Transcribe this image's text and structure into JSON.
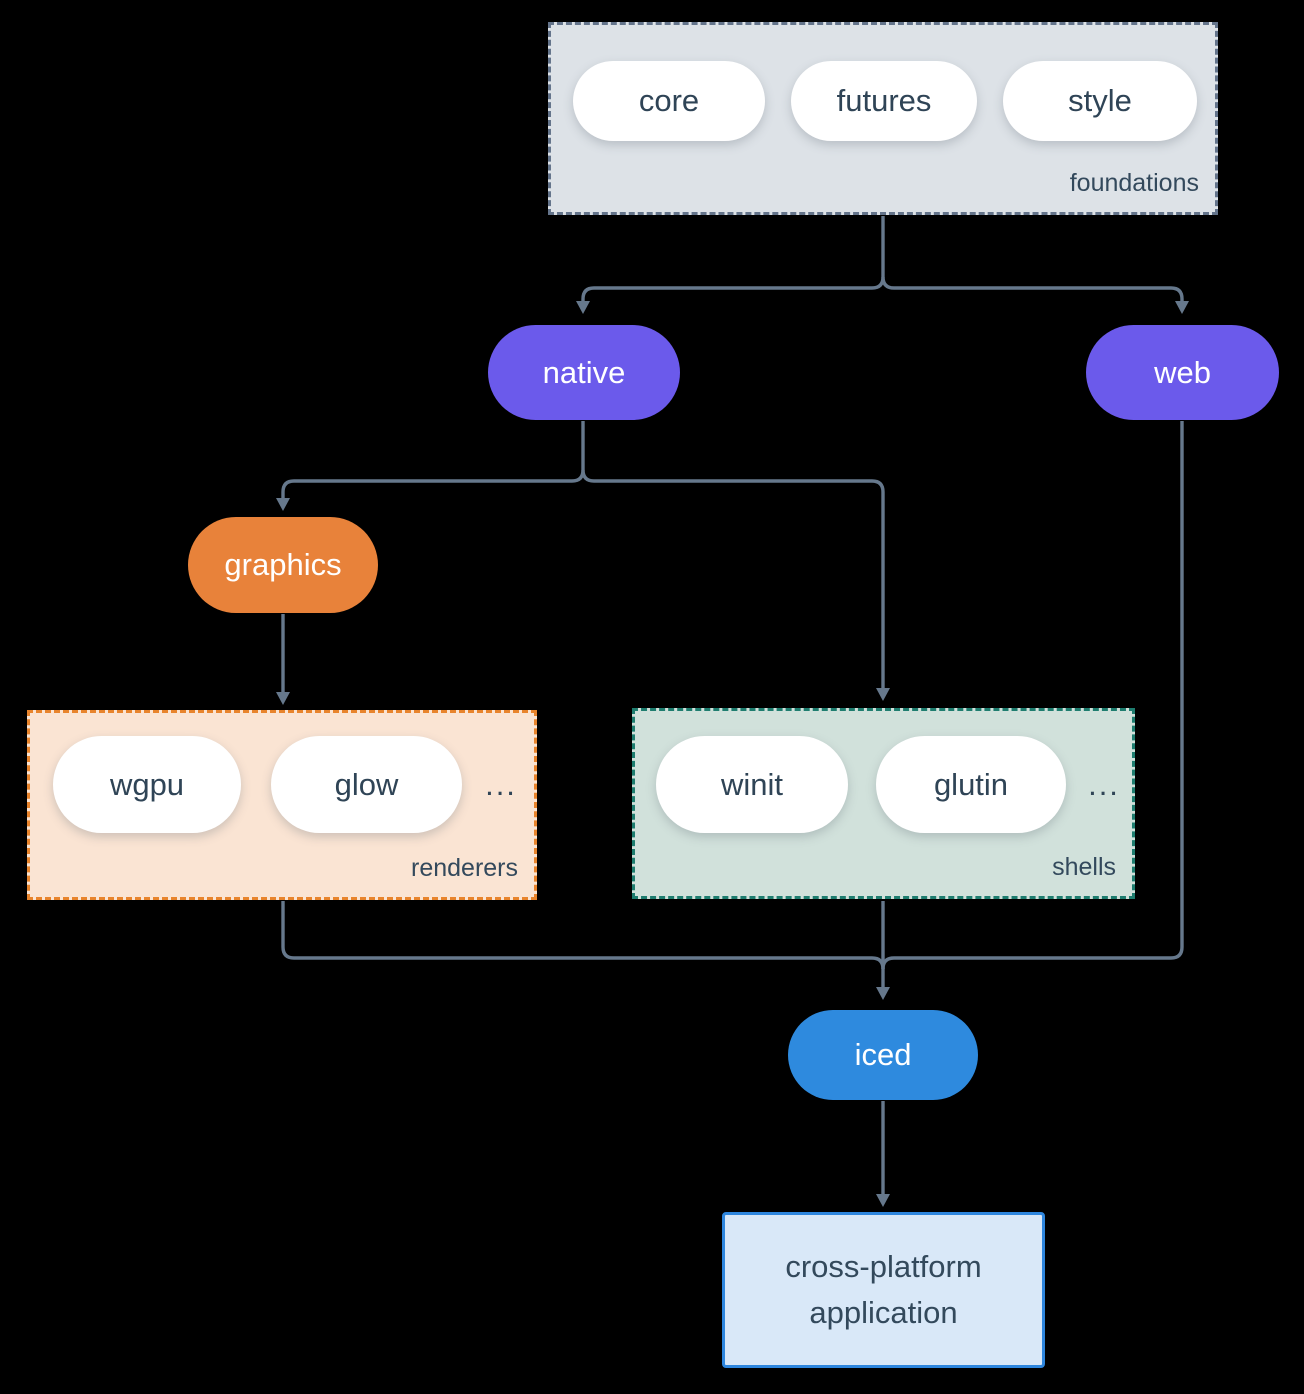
{
  "diagram": {
    "foundations": {
      "label": "foundations",
      "pills": [
        "core",
        "futures",
        "style"
      ]
    },
    "native": {
      "label": "native"
    },
    "web": {
      "label": "web"
    },
    "graphics": {
      "label": "graphics"
    },
    "renderers": {
      "label": "renderers",
      "pills": [
        "wgpu",
        "glow"
      ],
      "ellipsis": "..."
    },
    "shells": {
      "label": "shells",
      "pills": [
        "winit",
        "glutin"
      ],
      "ellipsis": "..."
    },
    "iced": {
      "label": "iced"
    },
    "application": {
      "line1": "cross-platform",
      "line2": "application"
    }
  },
  "colors": {
    "background": "#000000",
    "foundations_fill": "#dde2e7",
    "foundations_border": "#64748b",
    "node_purple": "#6b5aeb",
    "node_orange": "#e8823a",
    "node_blue": "#2e8ade",
    "renderers_fill": "#fae4d3",
    "renderers_border": "#e8842c",
    "shells_fill": "#d1e1db",
    "shells_border": "#1e7d6f",
    "application_fill": "#d9e8f8",
    "application_border": "#2e86de",
    "pill_fill": "#ffffff",
    "text_dark": "#33495c",
    "text_light": "#ffffff",
    "connector": "#66788c"
  }
}
